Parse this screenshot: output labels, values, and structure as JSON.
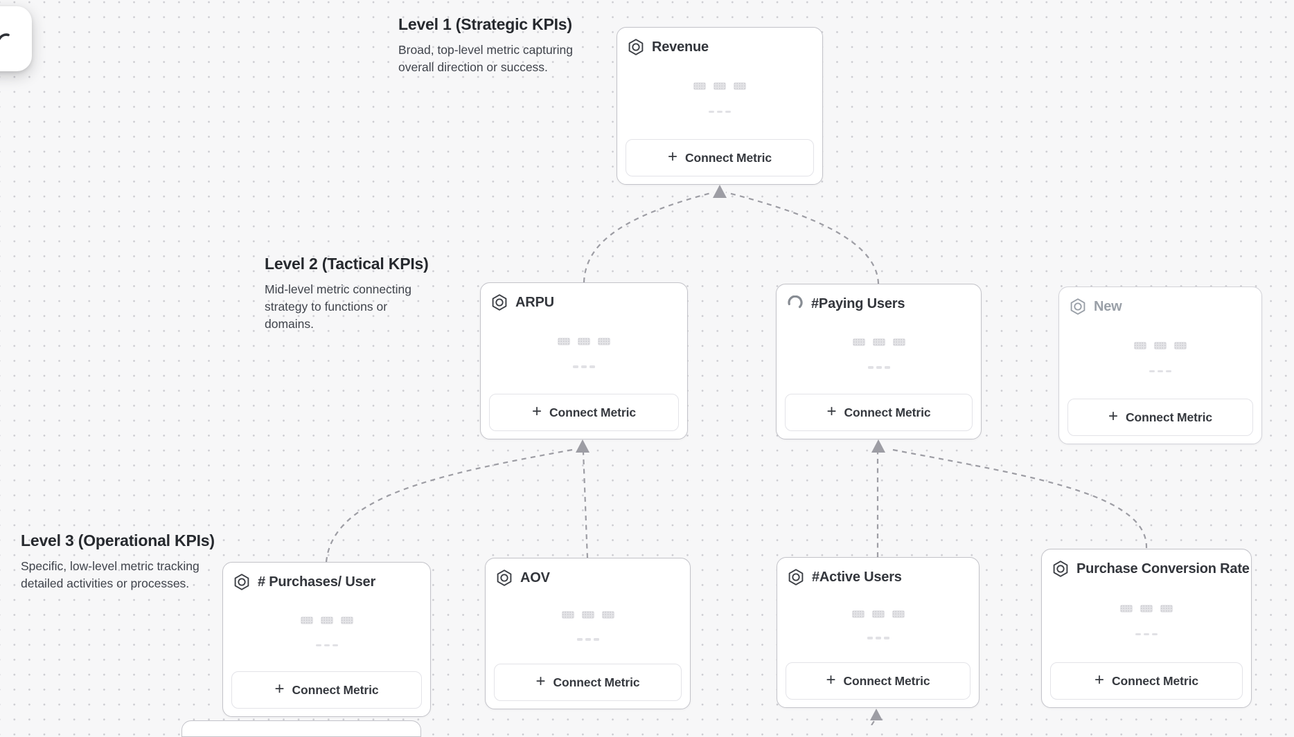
{
  "labels": {
    "connect_metric": "Connect Metric",
    "plus": "+"
  },
  "levels": [
    {
      "title": "Level 1 (Strategic KPIs)",
      "description": "Broad, top-level metric capturing overall direction or success."
    },
    {
      "title": "Level 2 (Tactical KPIs)",
      "description": "Mid-level metric connecting strategy to functions or domains."
    },
    {
      "title": "Level 3 (Operational KPIs)",
      "description": "Specific, low-level metric tracking detailed activities or processes."
    }
  ],
  "cards": [
    {
      "title": "Revenue",
      "level": 1,
      "icon": "metric-hexagon-icon",
      "state": "default"
    },
    {
      "title": "ARPU",
      "level": 2,
      "icon": "metric-hexagon-icon",
      "state": "default"
    },
    {
      "title": "#Paying Users",
      "level": 2,
      "icon": "spinner-icon",
      "state": "loading"
    },
    {
      "title": "New",
      "level": 2,
      "icon": "metric-hexagon-icon",
      "state": "draft"
    },
    {
      "title": "# Purchases/ User",
      "level": 3,
      "icon": "metric-hexagon-icon",
      "state": "default"
    },
    {
      "title": "AOV",
      "level": 3,
      "icon": "metric-hexagon-icon",
      "state": "default"
    },
    {
      "title": "#Active Users",
      "level": 3,
      "icon": "metric-hexagon-icon",
      "state": "default"
    },
    {
      "title": "Purchase Conversion Rate",
      "level": 3,
      "icon": "metric-hexagon-icon",
      "state": "default"
    }
  ],
  "connections": [
    {
      "from": "ARPU",
      "to": "Revenue"
    },
    {
      "from": "#Paying Users",
      "to": "Revenue"
    },
    {
      "from": "# Purchases/ User",
      "to": "ARPU"
    },
    {
      "from": "AOV",
      "to": "ARPU"
    },
    {
      "from": "#Active Users",
      "to": "#Paying Users"
    },
    {
      "from": "Purchase Conversion Rate",
      "to": "#Paying Users"
    },
    {
      "from": "offscreen-below",
      "to": "#Active Users"
    }
  ],
  "colors": {
    "canvas_bg": "#f7f7f8",
    "grid_dot": "#cbcbd0",
    "card_border": "#c3c3c9",
    "connector": "#9d9da4",
    "title_text": "#33363c",
    "draft_text": "#9aa0a8"
  }
}
